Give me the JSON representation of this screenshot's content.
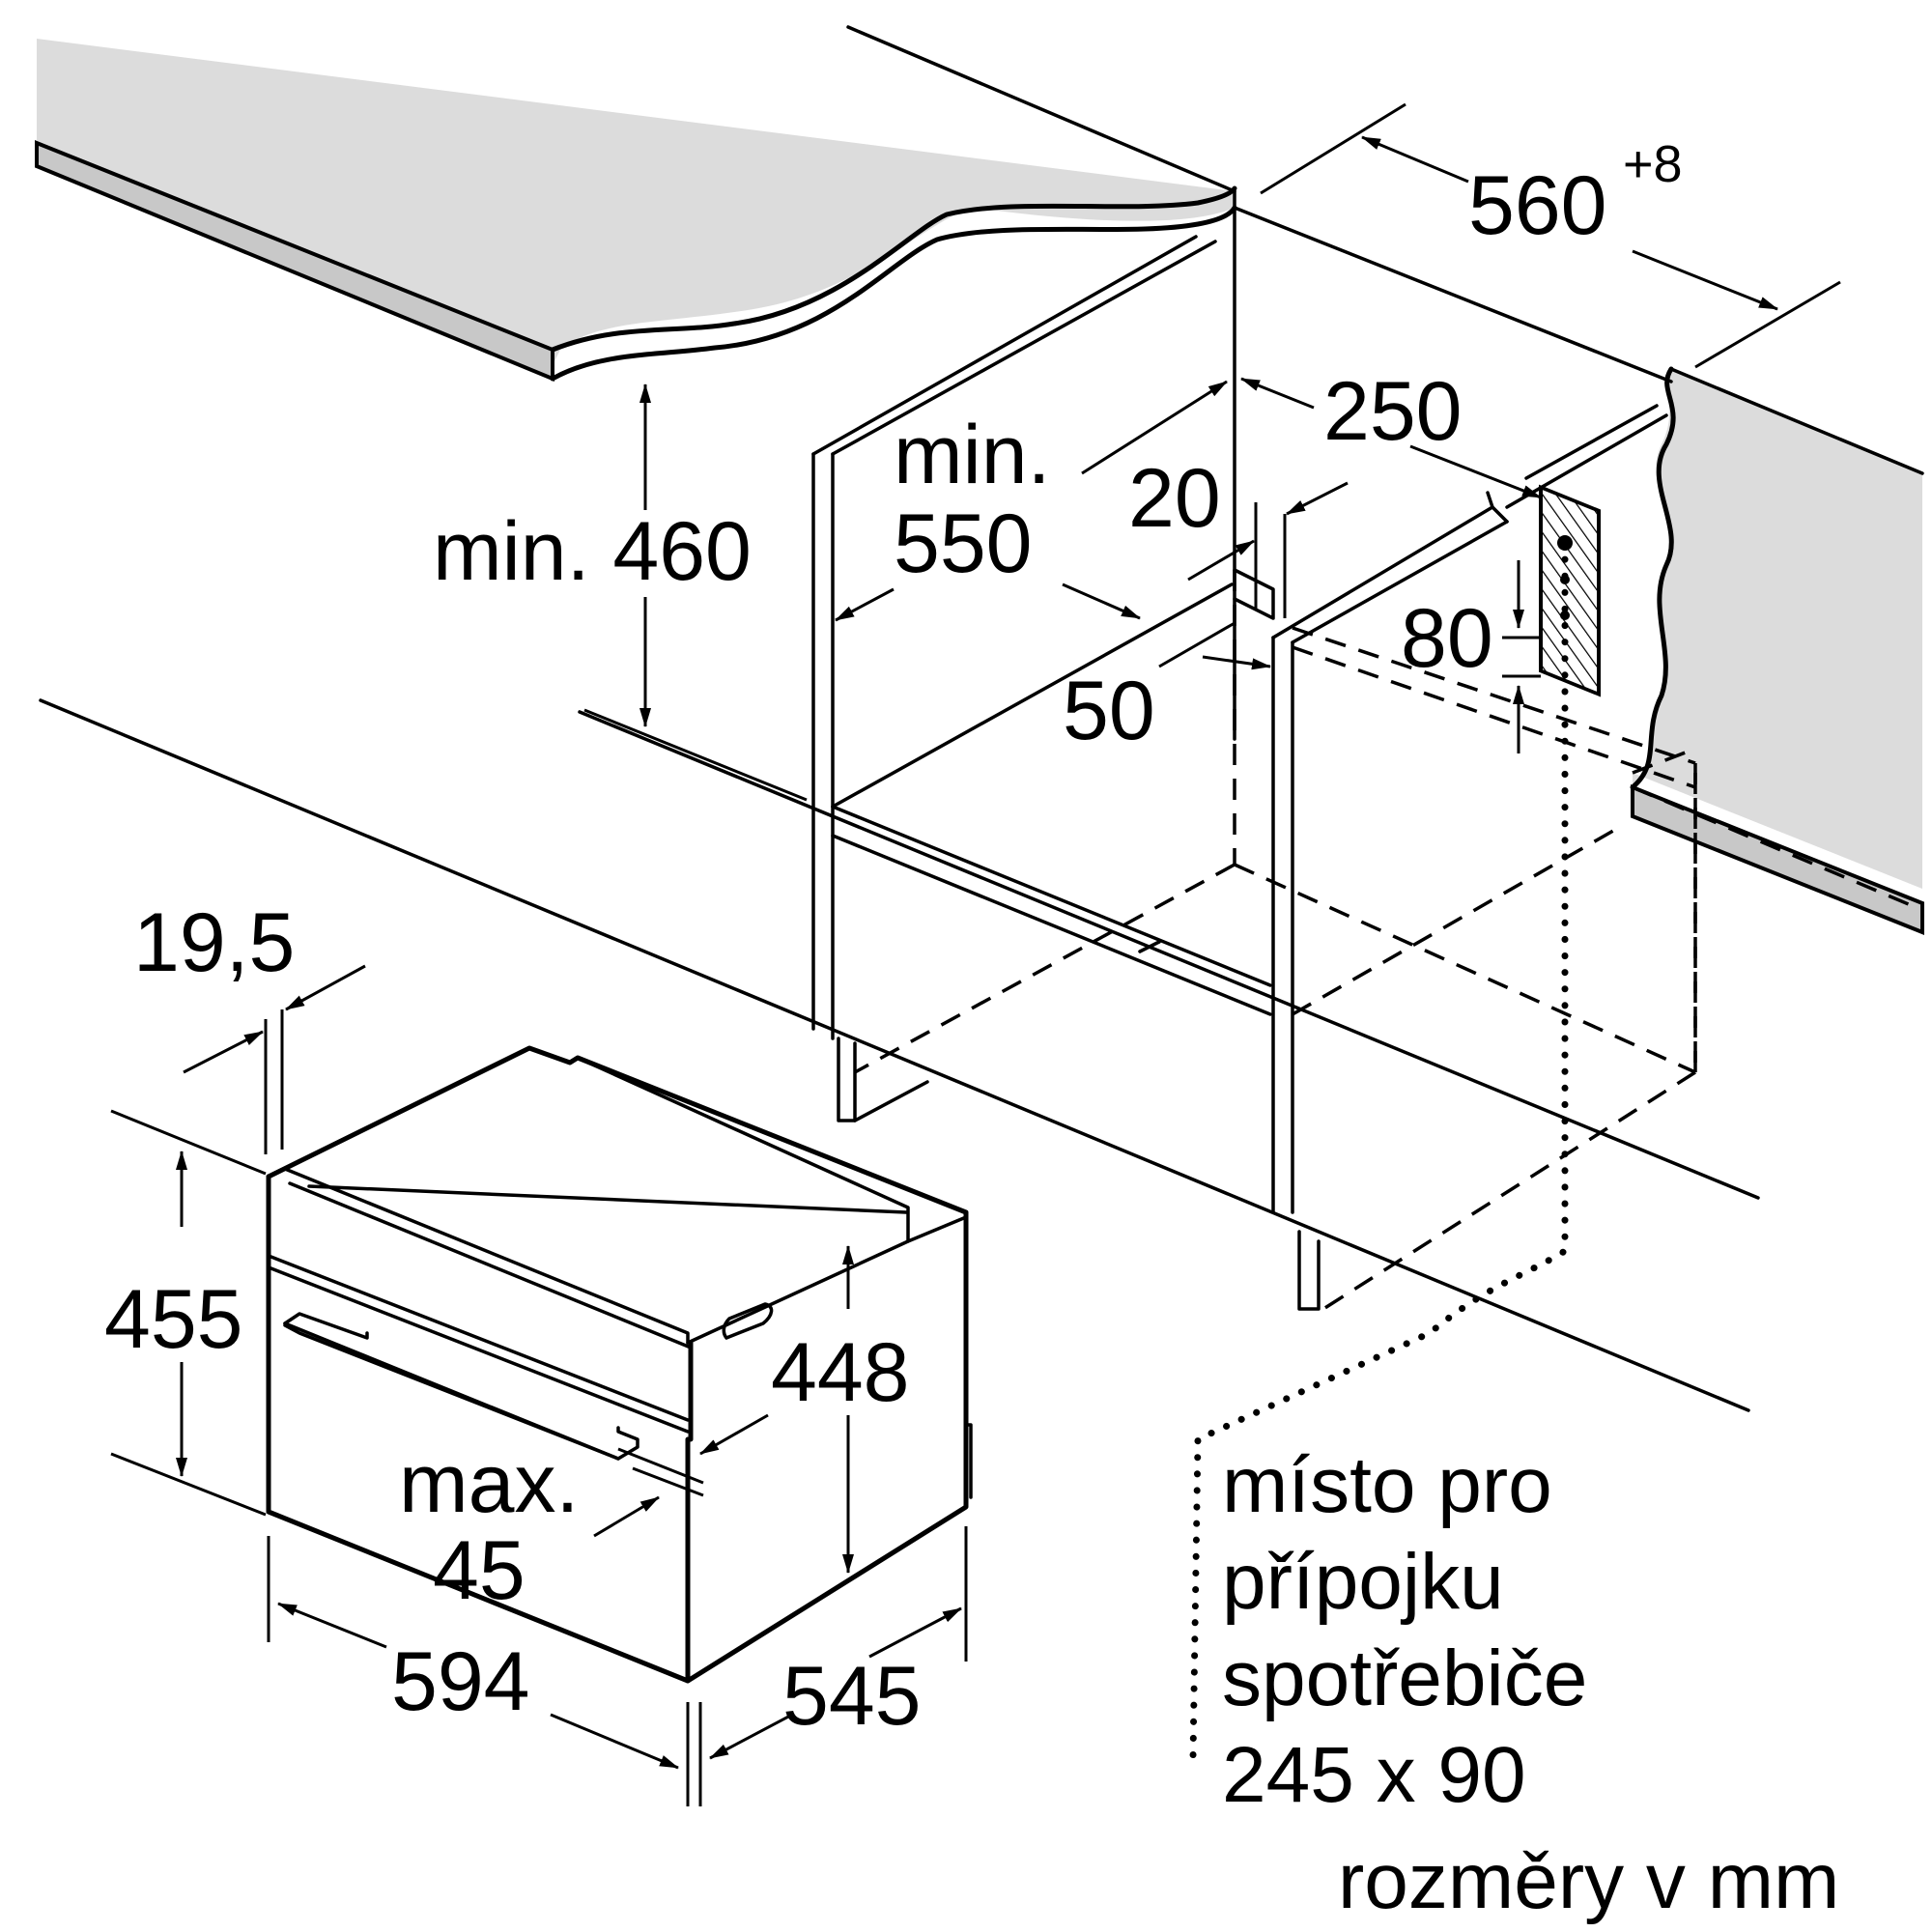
{
  "labels": {
    "width_niche": "560",
    "width_niche_tol": "+8",
    "depth_250": "250",
    "min_label_1": "min.",
    "depth_550": "550",
    "min_460": "min. 460",
    "gap_20": "20",
    "depth_80": "80",
    "depth_50": "50",
    "front_19_5": "19,5",
    "height_455": "455",
    "height_448": "448",
    "max_label": "max.",
    "max_45": "45",
    "width_594": "594",
    "depth_545": "545"
  },
  "note": {
    "line1": "místo pro",
    "line2": "přípojku",
    "line3": "spotřebiče",
    "line4": "245 x 90"
  },
  "units": "rozměry v mm",
  "colors": {
    "worktop": "#dcdcdc",
    "worktop_edge": "#c8c8c8",
    "hatch": "#000000"
  }
}
